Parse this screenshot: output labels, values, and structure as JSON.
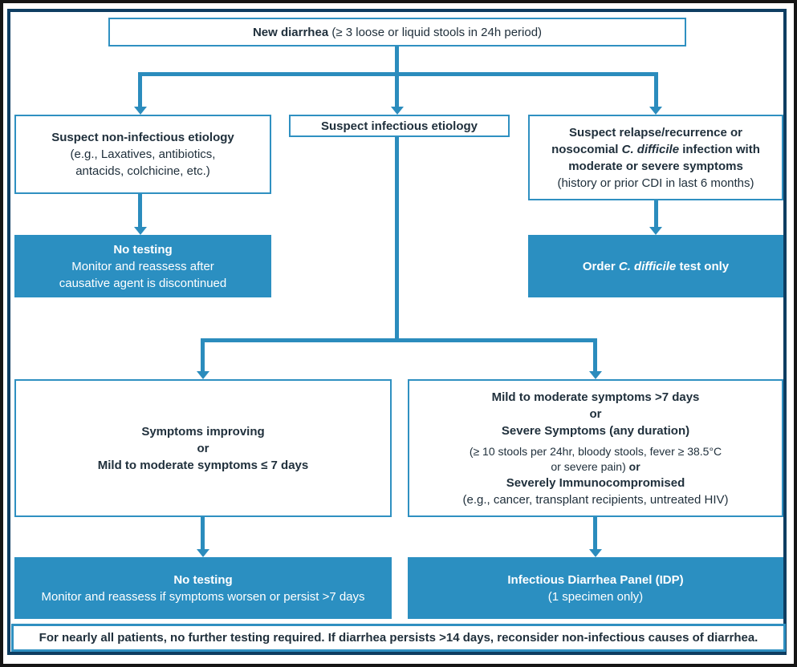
{
  "title": "New diarrhea testing algorithm",
  "colors": {
    "line_blue": "#2b8cbd",
    "fill_blue": "#2b8fc1",
    "frame_navy": "#0e3d61",
    "frame_black": "#151515",
    "text": "#20303c",
    "inverse_text": "#ffffff"
  },
  "nodes": {
    "root": {
      "lead": "New diarrhea ",
      "detail": "(≥ 3 loose or liquid stools in 24h period)"
    },
    "non_infectious": {
      "title": "Suspect non-infectious etiology",
      "lines": [
        "(e.g., Laxatives, antibiotics,",
        "antacids, colchicine, etc.)"
      ]
    },
    "infectious": {
      "title": "Suspect infectious etiology"
    },
    "relapse": {
      "line1": "Suspect relapse/recurrence or",
      "line2_pre": "nosocomial ",
      "line2_italic": "C. difficile",
      "line2_post": " infection with",
      "line3": "moderate or severe symptoms",
      "line4": "(history or prior CDI in last 6 months)"
    },
    "no_testing_monitor": {
      "title": "No testing",
      "lines": [
        "Monitor and reassess after",
        "causative agent is discontinued"
      ]
    },
    "order_cdiff": {
      "pre": "Order ",
      "italic": "C. difficile",
      "post": " test only"
    },
    "improving": {
      "line1": "Symptoms improving",
      "line2": "or",
      "line3": "Mild to moderate symptoms ≤ 7 days"
    },
    "severe": {
      "line1": "Mild to moderate symptoms >7 days",
      "line2": "or",
      "line3": "Severe Symptoms (any duration)",
      "line4": "(≥ 10 stools per 24hr, bloody stools, fever ≥ 38.5°C",
      "line5_pre": "or severe pain) ",
      "line5_bold": "or",
      "line6": "Severely Immunocompromised",
      "line7": "(e.g., cancer, transplant recipients, untreated HIV)"
    },
    "no_testing_persist": {
      "title": "No testing",
      "line2": "Monitor and reassess if symptoms worsen or persist >7 days"
    },
    "idp": {
      "title": "Infectious Diarrhea Panel (IDP)",
      "line2": "(1 specimen only)"
    },
    "footer": {
      "text": "For nearly all patients, no further testing required. If diarrhea persists >14 days, reconsider non-infectious causes of diarrhea."
    }
  }
}
